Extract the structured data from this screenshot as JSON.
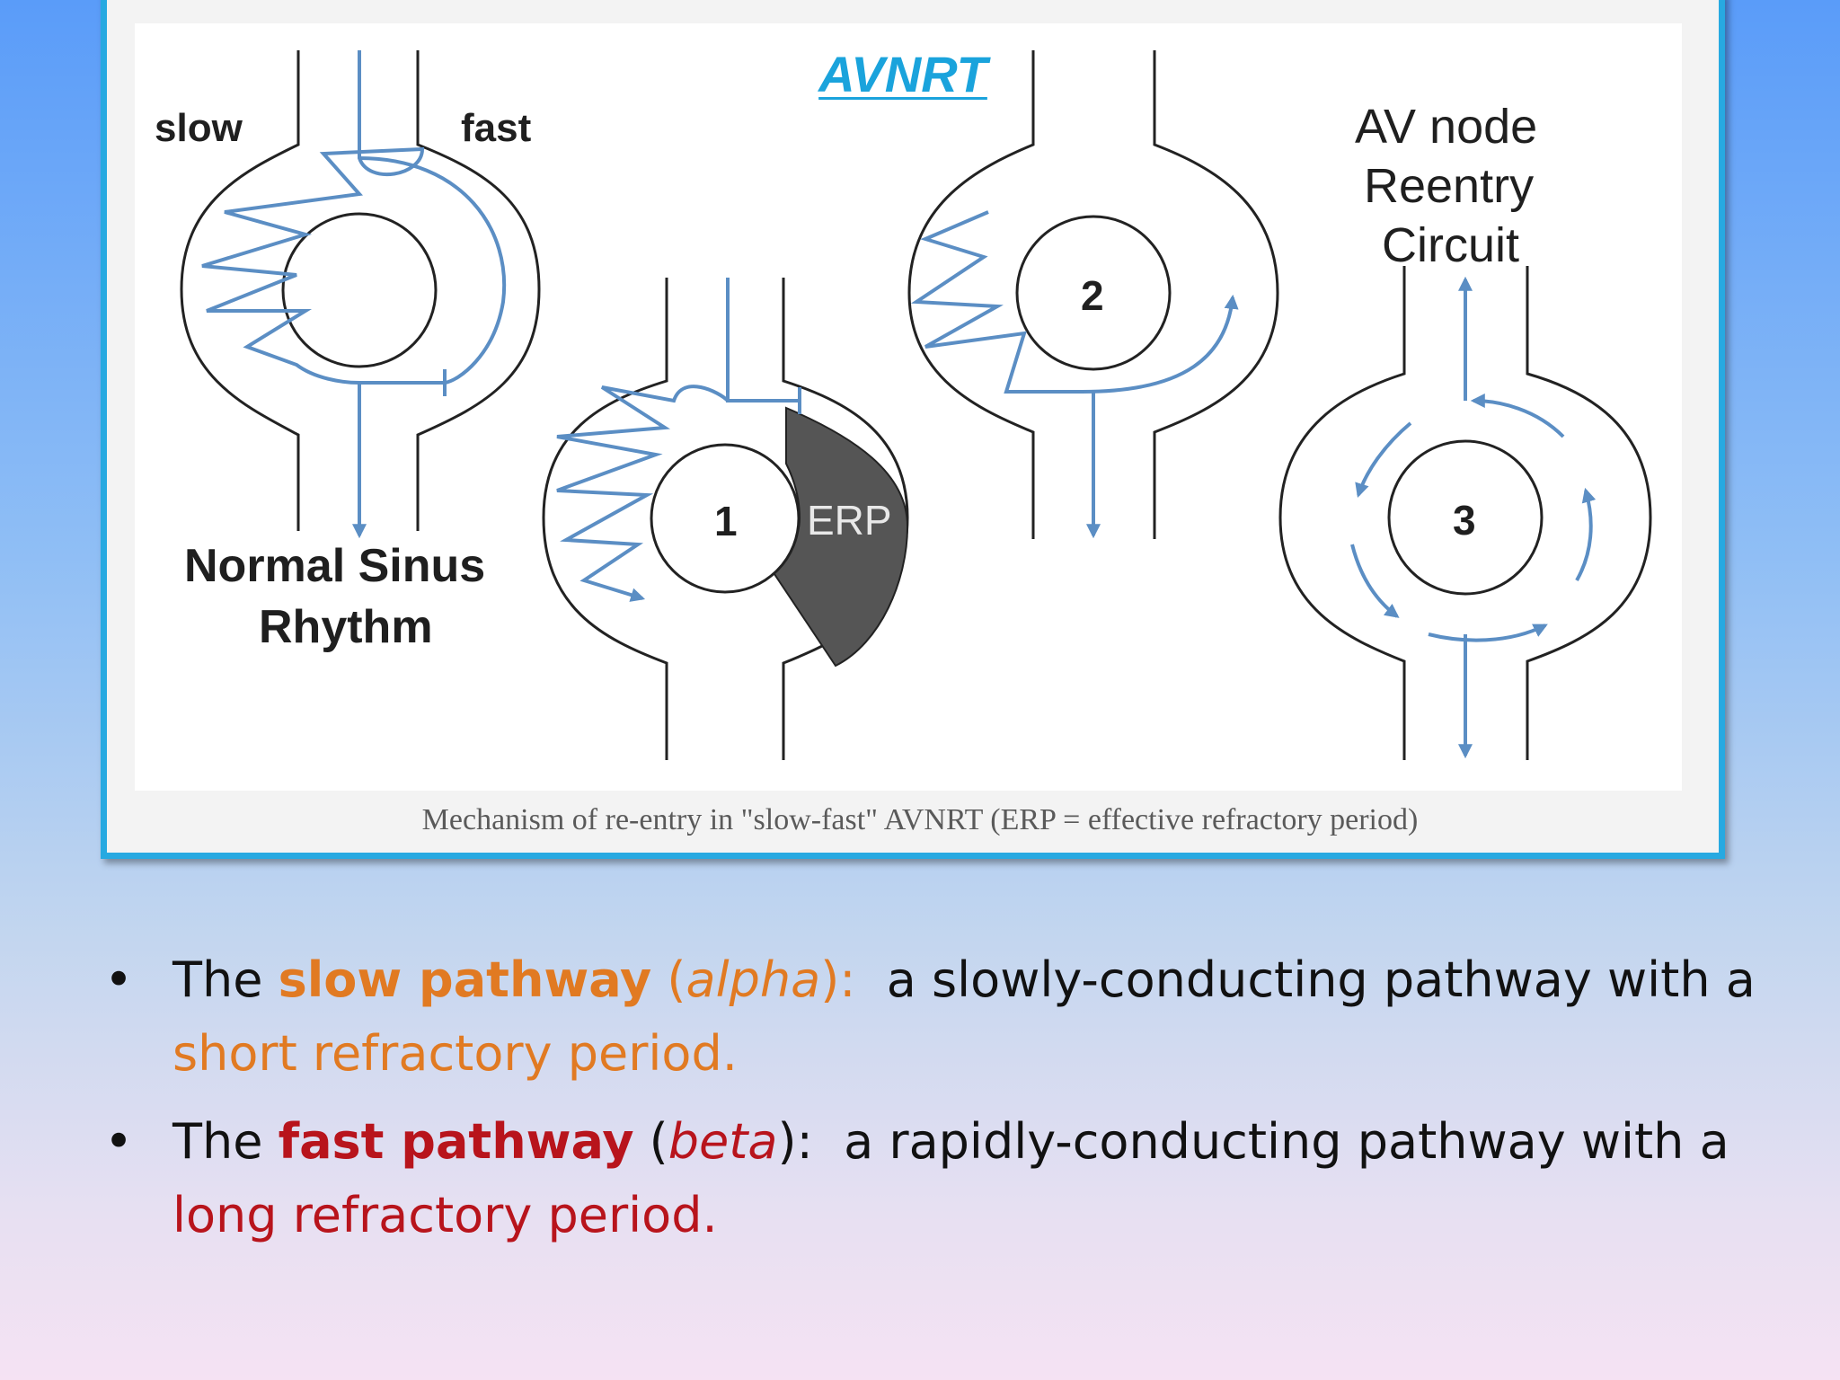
{
  "slide": {
    "title": "AVNRT",
    "caption": "Mechanism of re-entry in \"slow-fast\" AVNRT (ERP = effective refractory period)"
  },
  "diagram": {
    "labels": {
      "slow": "slow",
      "fast": "fast",
      "normal_sinus_line1": "Normal Sinus",
      "normal_sinus_line2": "Rhythm",
      "av_node_line1": "AV node",
      "av_node_line2": "Reentry",
      "av_node_line3": "Circuit",
      "erp": "ERP",
      "stage1": "1",
      "stage2": "2",
      "stage3": "3"
    },
    "colors": {
      "pathway_arrow": "#5b8ec4",
      "outline": "#222222",
      "erp_fill": "#555555"
    }
  },
  "bullets": [
    {
      "prefix": "The ",
      "term": "slow pathway",
      "open": " (",
      "greek": "alpha",
      "close": "):",
      "desc": "  a slowly-conducting pathway with a ",
      "highlight": "short refractory period."
    },
    {
      "prefix": "The ",
      "term": "fast pathway",
      "open": " (",
      "greek": "beta",
      "close": "):",
      "desc": "  a rapidly-conducting pathway with a ",
      "highlight": "long refractory period."
    }
  ],
  "bullet_glyph": "•",
  "colors": {
    "title": "#1aa3dc",
    "frame_border": "#27a9e1",
    "slow_highlight": "#e17a22",
    "fast_highlight": "#b8141c"
  }
}
